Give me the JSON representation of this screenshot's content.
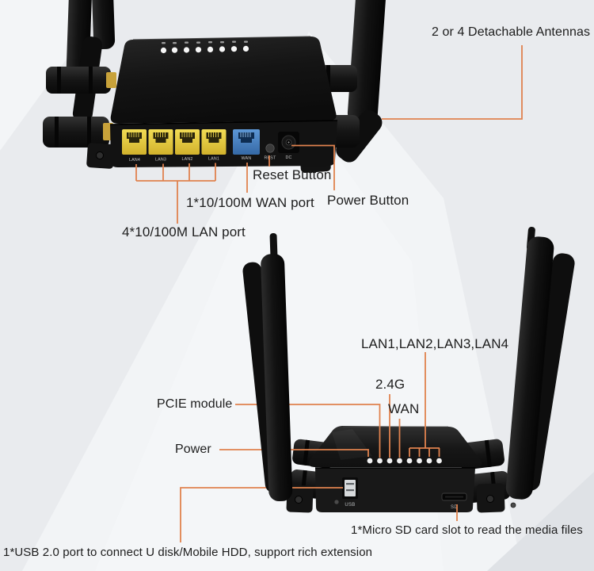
{
  "colors": {
    "annotation_line": "#E0824E",
    "label_text": "#1d1d1d",
    "lan_port_yellow": "#E5C93F",
    "wan_port_blue": "#4A86C8",
    "background": "#E9EBEE",
    "router_body": "#161616"
  },
  "top_view": {
    "labels": {
      "antennas": "2 or 4 Detachable Antennas",
      "reset": "Reset Button",
      "power": "Power Button",
      "wan": "1*10/100M WAN port",
      "lan": "4*10/100M LAN port"
    },
    "ports": {
      "lan4": "LAN4",
      "lan3": "LAN3",
      "lan2": "LAN2",
      "lan1": "LAN1",
      "wan": "WAN",
      "reset": "REST",
      "dc": "DC"
    },
    "led_count": 8
  },
  "bottom_view": {
    "labels": {
      "lan_leds": "LAN1,LAN2,LAN3,LAN4",
      "wifi24g": "2.4G",
      "wan": "WAN",
      "pcie": "PCIE module",
      "power": "Power",
      "sd": "1*Micro SD card slot to read the media files",
      "usb": "1*USB 2.0 port to connect U disk/Mobile HDD, support rich extension"
    },
    "ports": {
      "usb": "USB",
      "sd": "SD"
    },
    "led_count": 8
  }
}
